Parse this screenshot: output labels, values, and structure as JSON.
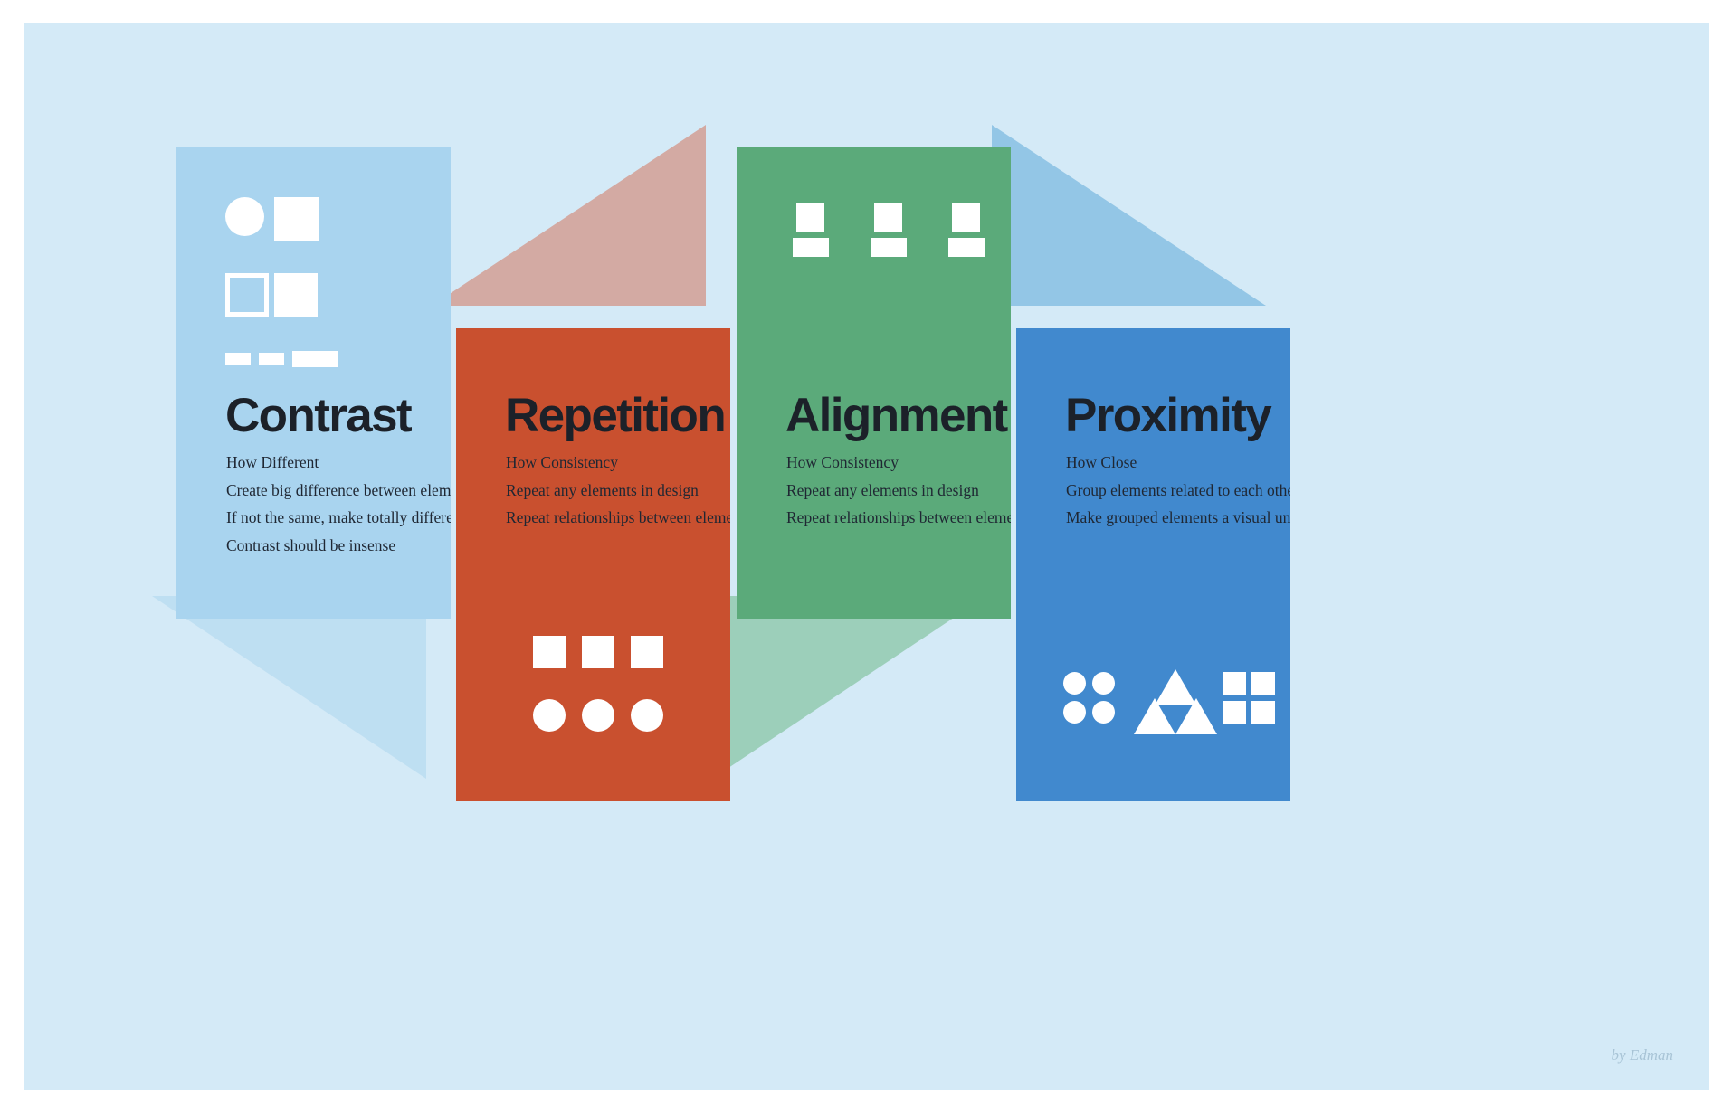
{
  "poster": {
    "credit": "by Edman",
    "background_color": "#d4eaf7",
    "page_color": "#ffffff",
    "heading_color": "#1c2129",
    "body_text_color": "#1f2733",
    "shape_color": "#ffffff"
  },
  "panels": [
    {
      "id": "contrast",
      "title": "Contrast",
      "color": "#a9d4ef",
      "shadow_color": "#bedff2",
      "position": "up",
      "lines": [
        "How Different",
        "Create big difference between elements",
        "If not the same, make totally different",
        "Contrast should be insense"
      ],
      "icons": [
        "circle-icon",
        "square-icon",
        "outlined-square-icon",
        "filled-square-icon",
        "small-bar-icon",
        "small-bar-icon",
        "wide-bar-icon"
      ]
    },
    {
      "id": "repetition",
      "title": "Repetition",
      "color": "#c9502f",
      "shadow_color": "#d3aaa3",
      "position": "down",
      "lines": [
        "How Consistency",
        "Repeat any elements in design",
        "Repeat relationships between elements"
      ],
      "icons": [
        "square-icon",
        "square-icon",
        "square-icon",
        "circle-icon",
        "circle-icon",
        "circle-icon"
      ]
    },
    {
      "id": "alignment",
      "title": "Alignment",
      "color": "#5baa7a",
      "shadow_color": "#9ccfba",
      "position": "up",
      "lines": [
        "How Consistency",
        "Repeat any elements in design",
        "Repeat relationships between elements"
      ],
      "icons": [
        "square-icon",
        "bar-icon",
        "square-icon",
        "bar-icon",
        "square-icon",
        "bar-icon"
      ]
    },
    {
      "id": "proximity",
      "title": "Proximity",
      "color": "#4189ce",
      "shadow_color": "#93c6e6",
      "position": "down",
      "lines": [
        "How Close",
        "Group elements related to each other",
        "Make grouped elements a visual unit"
      ],
      "icons": [
        "circle-group-icon",
        "triangle-group-icon",
        "square-group-icon"
      ]
    }
  ]
}
